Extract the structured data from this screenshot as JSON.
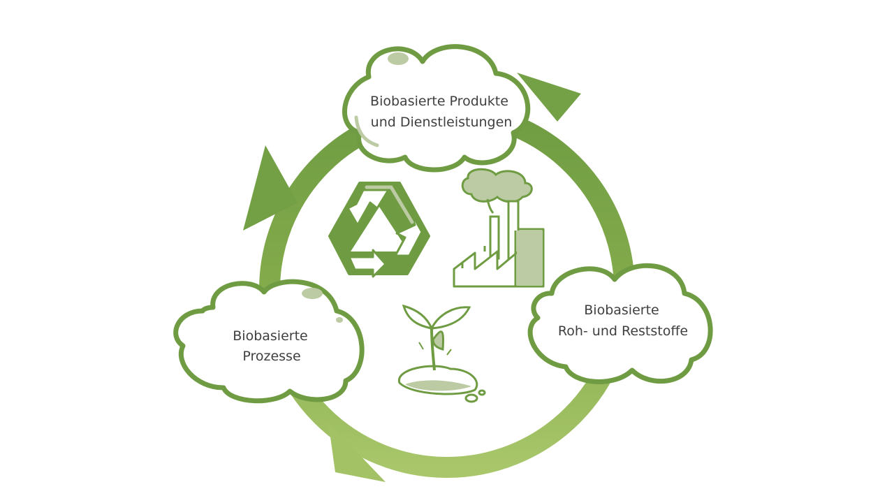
{
  "diagram": {
    "colors": {
      "green_dark": "#6f9c42",
      "green_mid": "#86ad4d",
      "green_light": "#a9c66b",
      "green_pale": "#bccba3",
      "text": "#3f3f3f",
      "background": "#ffffff"
    },
    "nodes": {
      "products": {
        "line1": "Biobasierte Produkte",
        "line2": "und Dienstleistungen"
      },
      "raw_materials": {
        "line1": "Biobasierte",
        "line2": "Roh- und Reststoffe"
      },
      "processes": {
        "line1": "Biobasierte",
        "line2": "Prozesse"
      }
    },
    "icons": [
      "recycling-icon",
      "factory-icon",
      "seedling-icon"
    ]
  }
}
